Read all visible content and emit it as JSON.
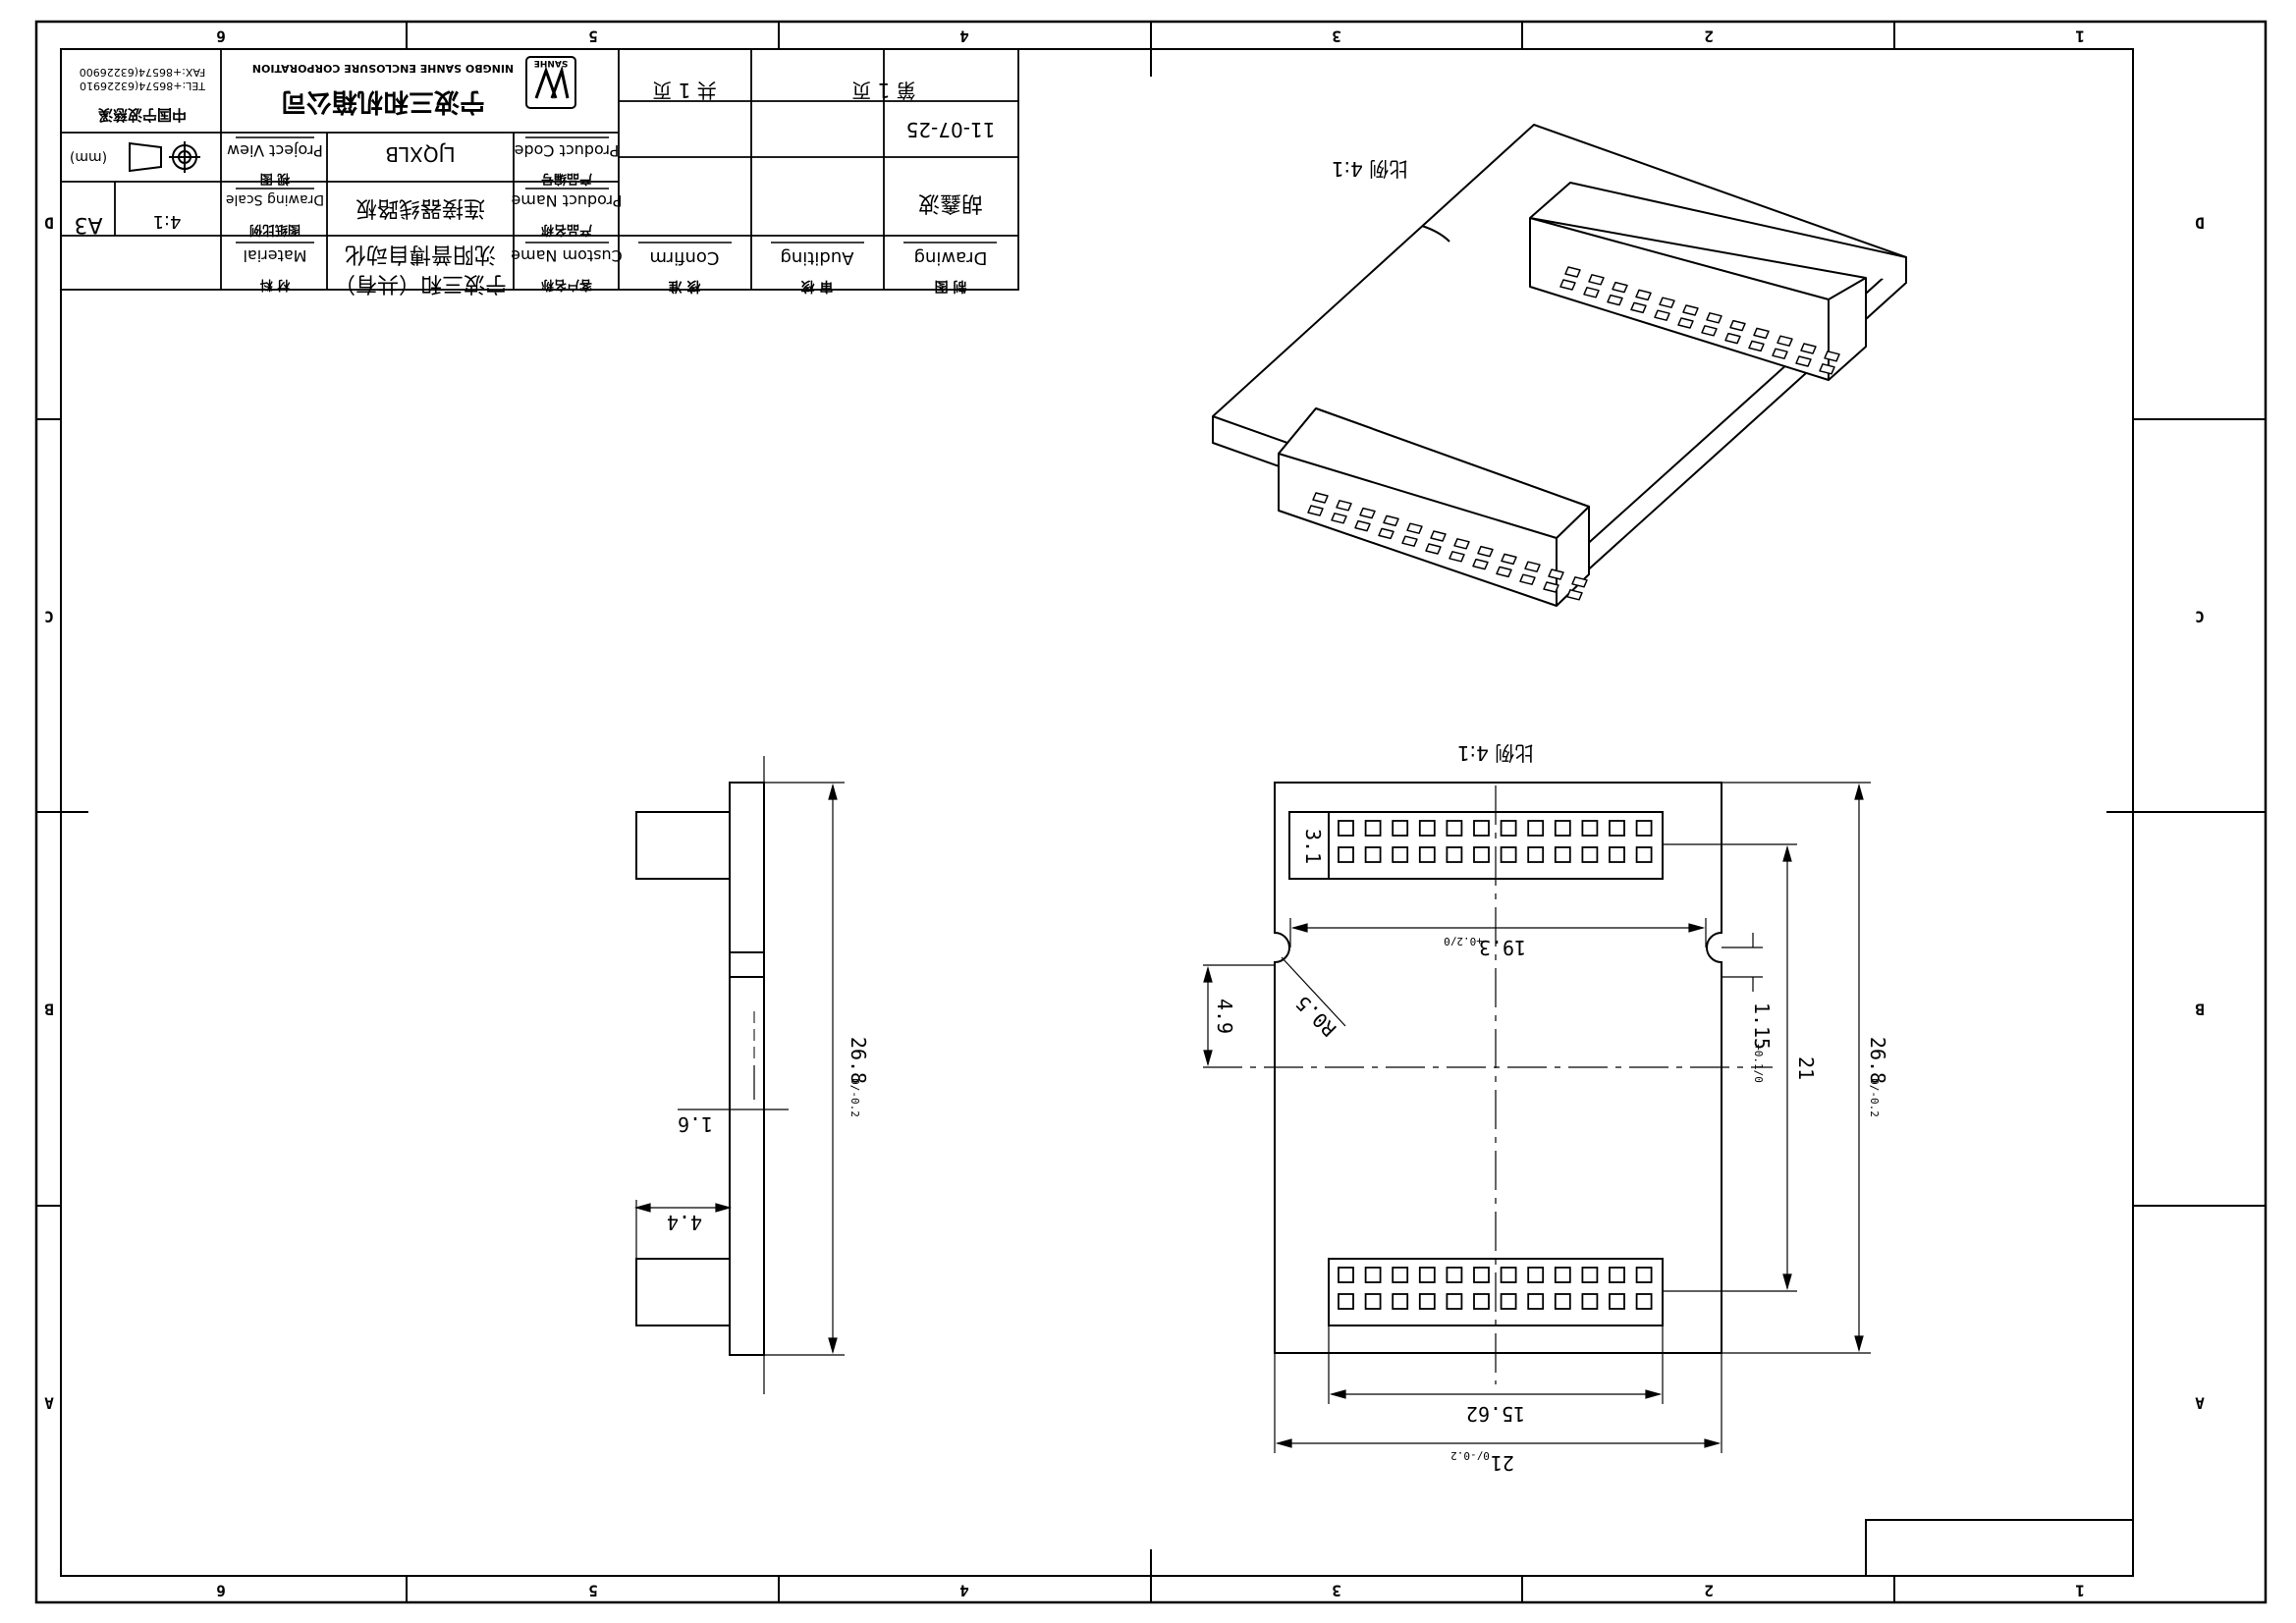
{
  "border": {
    "top_zones": [
      "6",
      "5",
      "4",
      "3",
      "2",
      "1"
    ],
    "bottom_zones": [
      "6",
      "5",
      "4",
      "3",
      "2",
      "1"
    ],
    "left_zones": [
      "D",
      "C",
      "B",
      "A"
    ],
    "right_zones": [
      "D",
      "C",
      "B",
      "A"
    ]
  },
  "title_block": {
    "company_cn": "宁波三和机箱公司",
    "company_en": "NINGBO SANHE ENCLOSURE CORPORATION",
    "logo_text": "SANHE",
    "address": "中国宁波慈溪",
    "tel": "TEL:+86574(63226910",
    "fax": "FAX:+86574(63226900",
    "unit": "(mm)",
    "sheet_size": "A3",
    "scale_value": "4:1",
    "project_view_label": "Project View",
    "project_view_cn": "视 图",
    "drawing_scale_label": "Drawing Scale",
    "drawing_scale_cn": "图纸比例",
    "material_label": "Material",
    "material_cn": "材 料",
    "product_code_label": "Product Code",
    "product_code_cn": "产品编号",
    "product_code_value": "LJQXLB",
    "product_name_label": "Product Name",
    "product_name_cn": "产品名称",
    "product_name_value": "连接器线路板",
    "custom_name_label": "Custom Name",
    "custom_name_cn": "客户名称",
    "custom_name_value_1": "沈阳普博自动化",
    "custom_name_value_2": "宁波三和（共有）",
    "sheet_of_total": "共 1 页",
    "sheet_no": "第 1 页",
    "date": "11-07-25",
    "drawer_name": "胡鑫波",
    "confirm_label": "Confirm",
    "confirm_cn": "核 准",
    "auditing_label": "Auditing",
    "auditing_cn": "审 核",
    "drawing_label": "Drawing",
    "drawing_cn": "制 图"
  },
  "views": {
    "iso_scale": "比例 4:1",
    "front_scale": "比例 4:1"
  },
  "dimensions": {
    "side_height": "26.8",
    "side_height_tol": "0/-0.2",
    "side_thickness": "1.6",
    "side_header": "4.4",
    "front_pin_pitch": "3.1",
    "front_slot_span": "19.3",
    "front_slot_span_tol": "+0.2/0",
    "front_slot_offset": "4.9",
    "front_radius": "R0.5",
    "front_slot_width": "1.15",
    "front_slot_width_tol": "+0.1/0",
    "front_header_spacing": "21",
    "front_height": "26.8",
    "front_height_tol": "0/-0.2",
    "front_header_length": "15.62",
    "front_width": "21",
    "front_width_tol": "0/-0.2"
  }
}
